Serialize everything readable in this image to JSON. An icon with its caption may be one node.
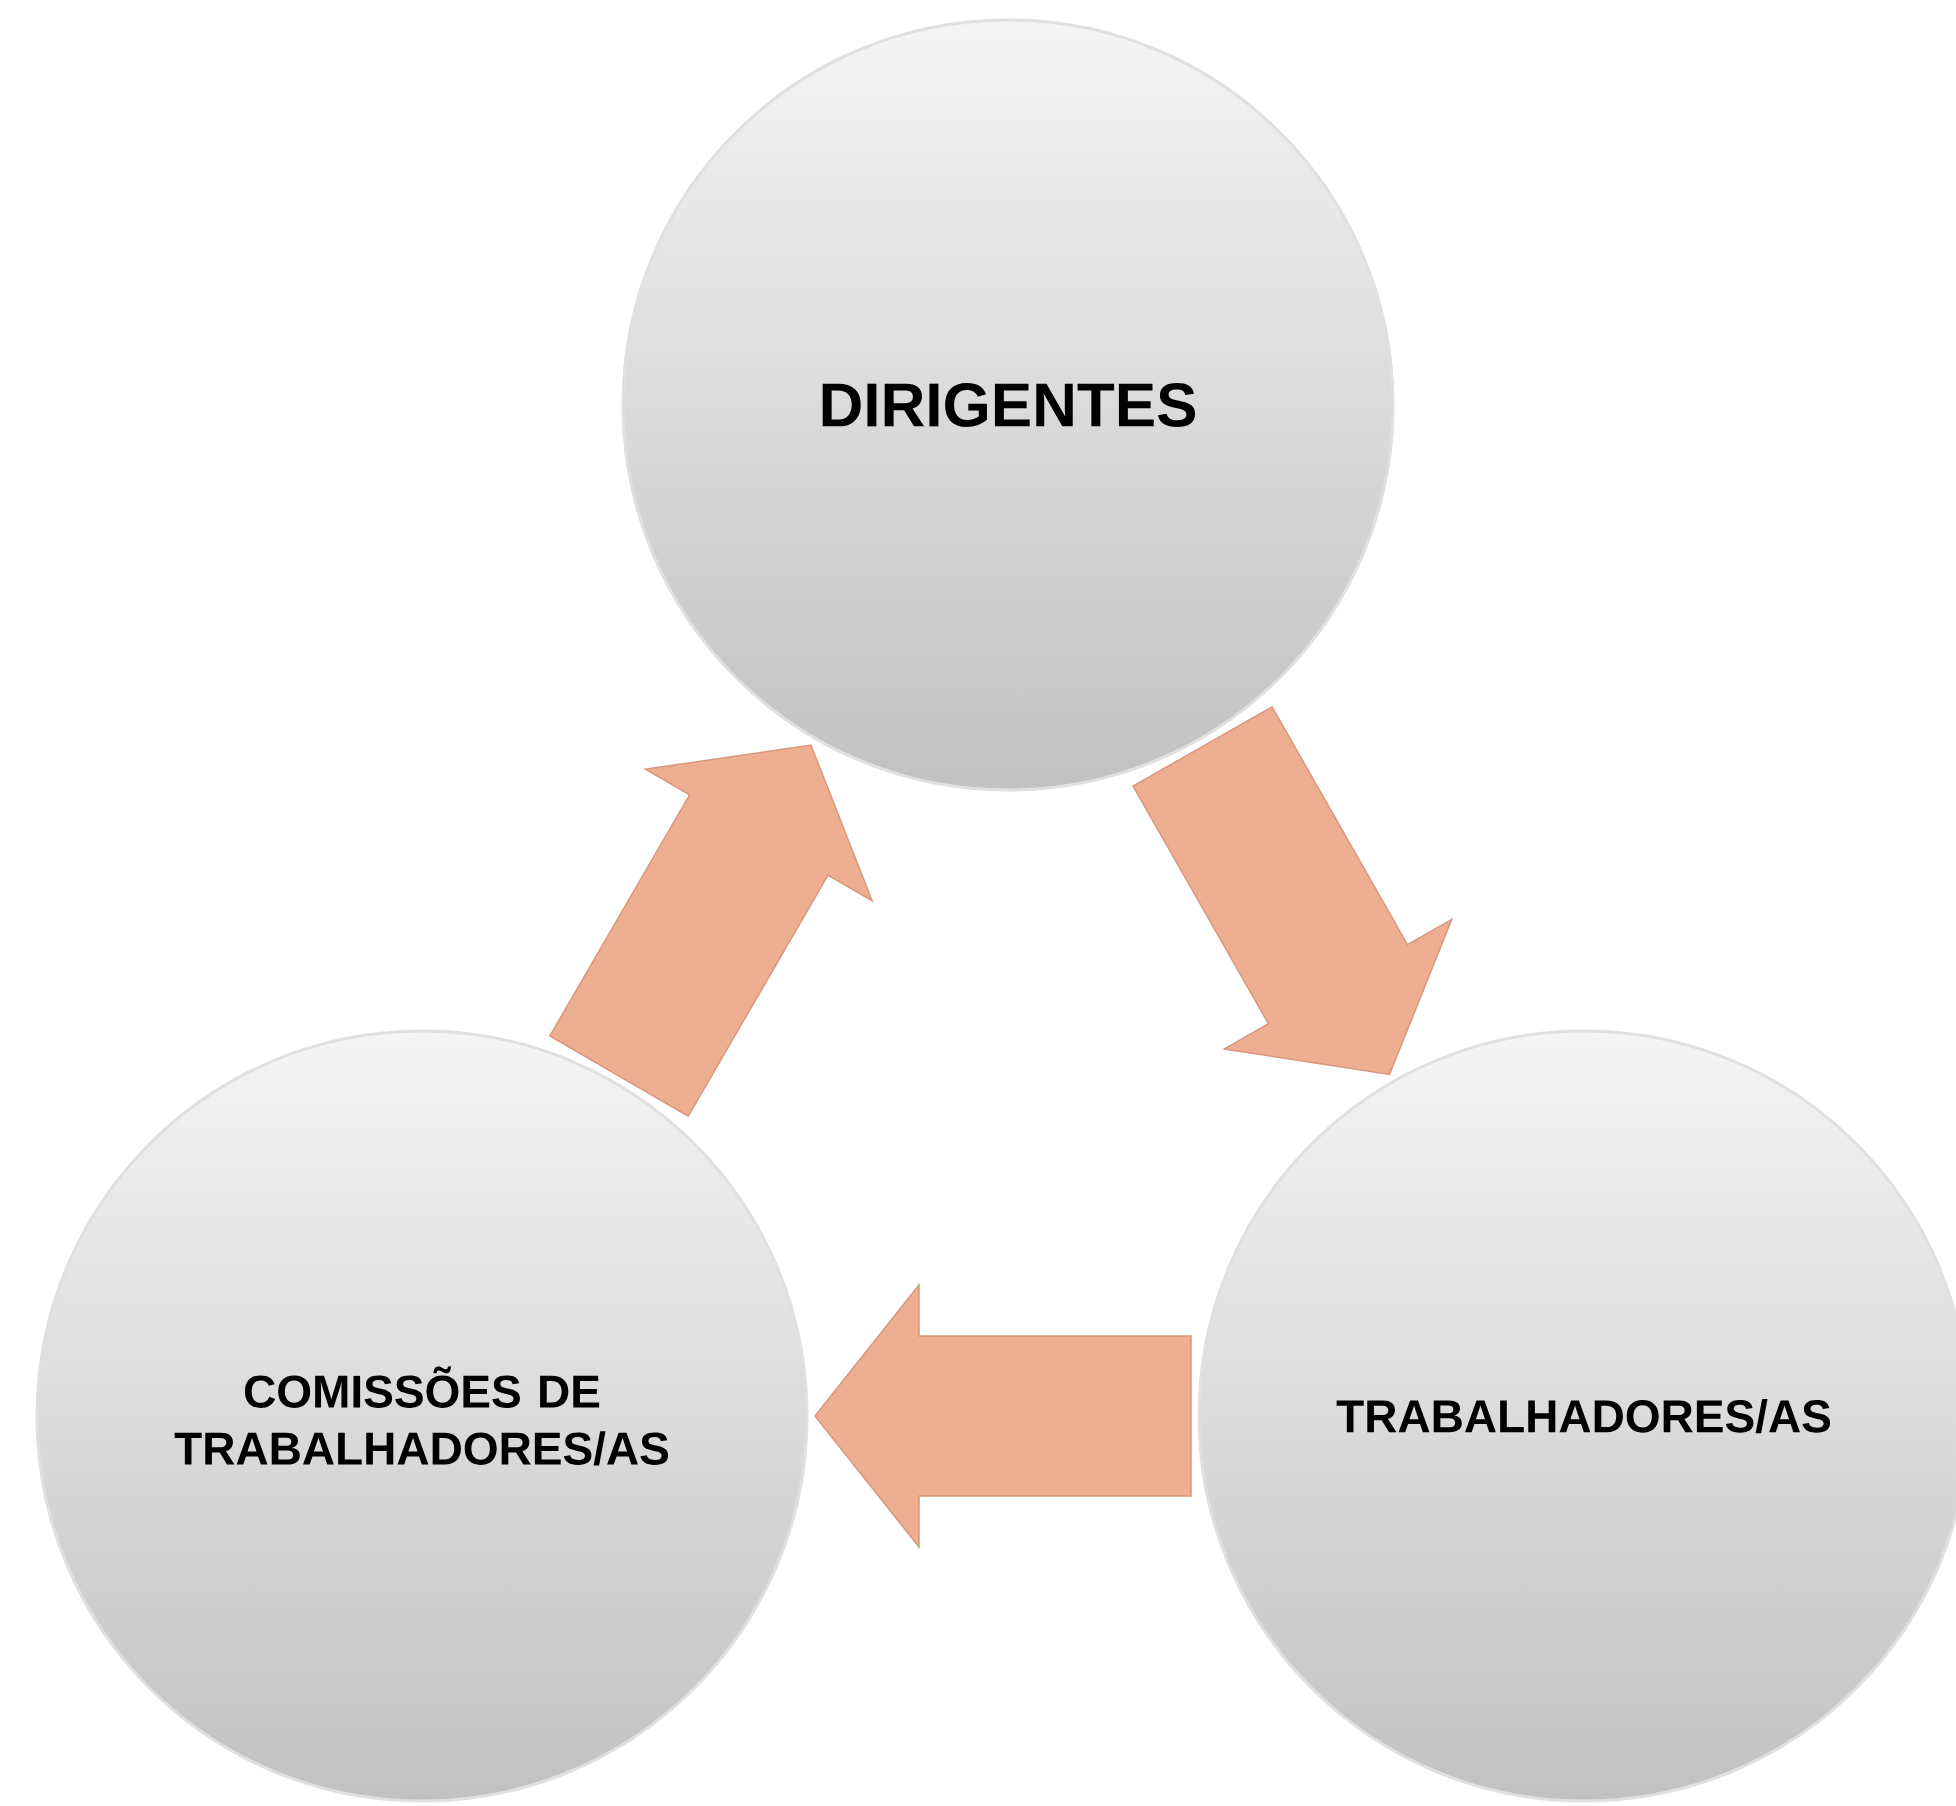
{
  "diagram": {
    "nodes": [
      {
        "text": [
          "DIRIGENTES"
        ]
      },
      {
        "text": [
          "TRABALHADORES/AS"
        ]
      },
      {
        "text": [
          "COMISSÕES DE TRABALHADORES/AS"
        ]
      }
    ],
    "edges": [
      {
        "from": 0,
        "to": 1,
        "arrow": "to"
      },
      {
        "from": 1,
        "to": 2,
        "arrow": "to"
      },
      {
        "from": 2,
        "to": 0,
        "arrow": "to"
      }
    ]
  }
}
